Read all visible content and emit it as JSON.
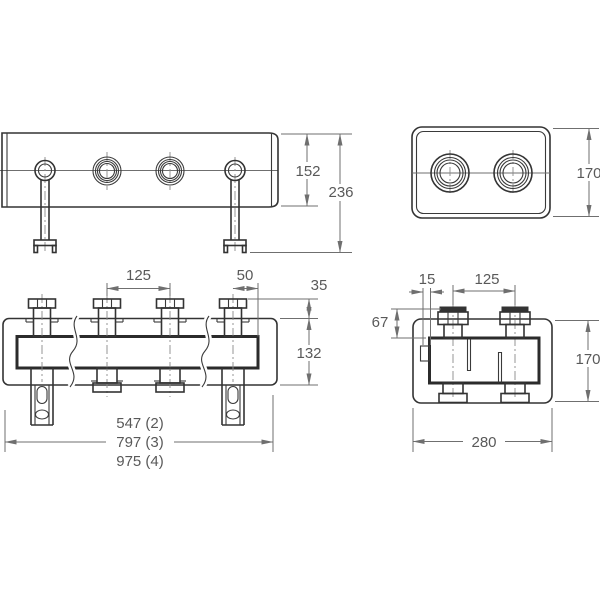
{
  "page": {
    "background": "#ffffff"
  },
  "colors": {
    "object_line": "#333333",
    "thick_body_line": "#2b2b2b",
    "dimension_line": "#6f6f6f",
    "dimension_text": "#595959"
  },
  "views": {
    "front": {
      "description": "front view, manifold without insulation",
      "dims": {
        "body_height": "152",
        "total_height": "236"
      }
    },
    "end": {
      "description": "end view, manifold without insulation",
      "dims": {
        "height": "170"
      }
    },
    "front_insulated": {
      "description": "front view, manifold with insulation shell, break lines",
      "dims": {
        "outlet_spacing": "125",
        "end_offset": "50",
        "union_height": "35",
        "shell_height": "132",
        "length_2_outlets": "547 (2)",
        "length_3_outlets": "797 (3)",
        "length_4_outlets": "975 (4)"
      }
    },
    "side_insulated": {
      "description": "side view, manifold with insulation shell",
      "dims": {
        "tab_offset": "15",
        "port_spacing": "125",
        "top_to_body": "67",
        "height": "170",
        "depth": "280"
      }
    }
  }
}
